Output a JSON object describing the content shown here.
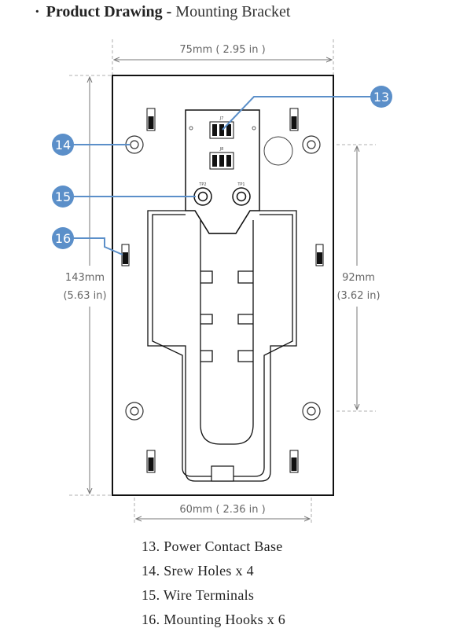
{
  "title": {
    "bullet": "·",
    "bold": "Product Drawing -",
    "subtitle": "Mounting Bracket"
  },
  "dimensions": {
    "top_width": "75mm ( 2.95 in )",
    "bottom_width": "60mm ( 2.36 in )",
    "left_height_mm": "143mm",
    "left_height_in": "(5.63 in)",
    "right_height_mm": "92mm",
    "right_height_in": "(3.62 in)"
  },
  "board_labels": {
    "j7": "J7",
    "j8": "J8",
    "tp2": "TP2",
    "tp1": "TP1"
  },
  "callouts": {
    "c13": "13",
    "c14": "14",
    "c15": "15",
    "c16": "16"
  },
  "colors": {
    "callout": "#5b8fc9",
    "line": "#000000",
    "dim": "#777777"
  },
  "legend": [
    "13. Power Contact Base",
    "14. Srew Holes x 4",
    "15. Wire Terminals",
    "16. Mounting Hooks x 6"
  ]
}
